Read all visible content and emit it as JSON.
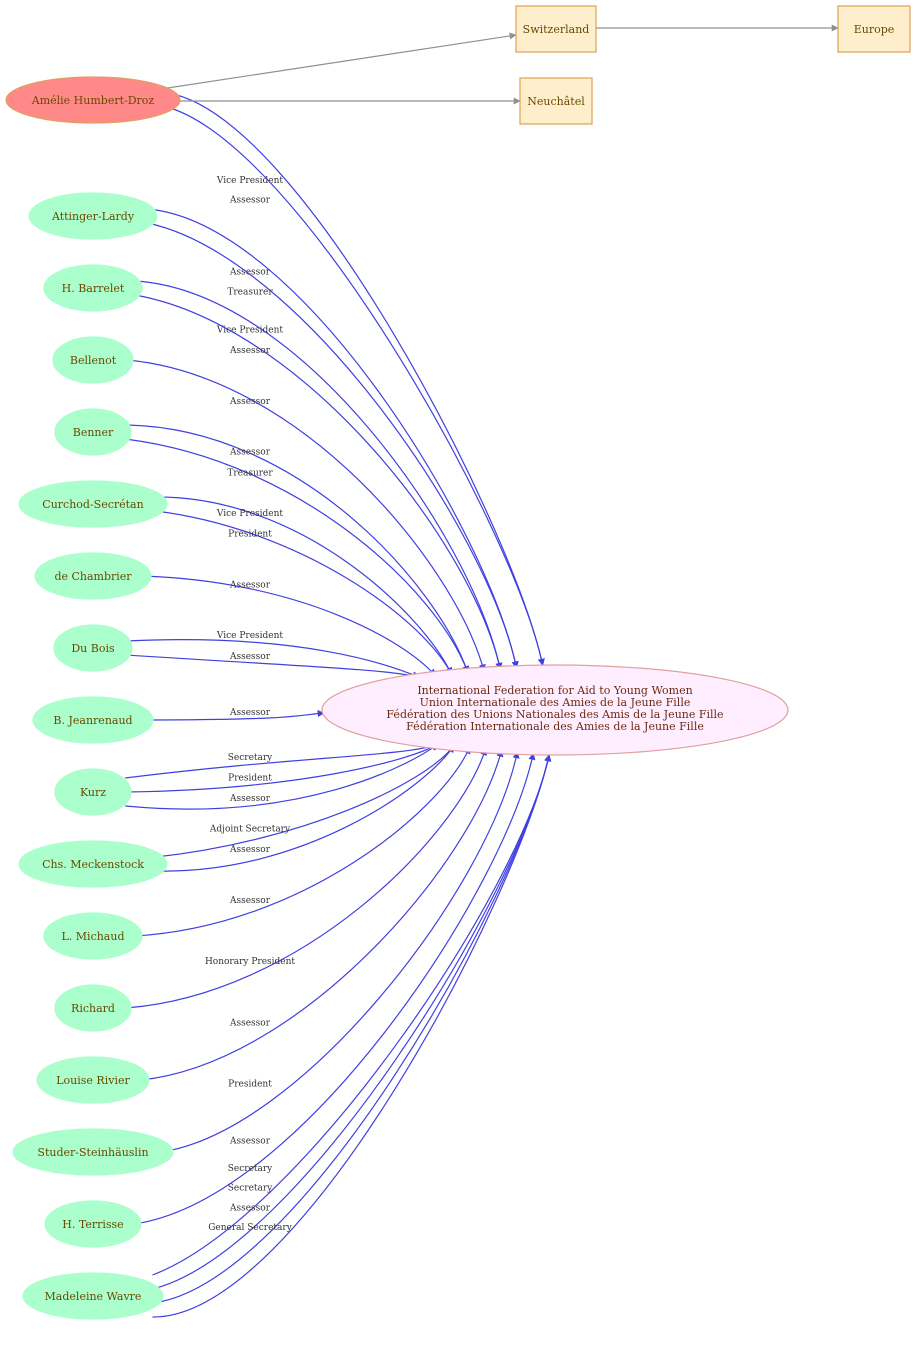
{
  "colors": {
    "person_fill": "#aaffcc",
    "main_person_fill": "#ff8888",
    "main_person_stroke": "#e0a060",
    "hub_fill": "#ffeeff",
    "hub_stroke": "#e0a0a0",
    "place_fill": "#ffeecc",
    "place_stroke": "#e0a050",
    "role_edge": "#4040e0",
    "location_edge": "#909090"
  },
  "hub": {
    "lines": [
      "International Federation for Aid to Young Women",
      "Union Internationale des Amies de la Jeune Fille",
      "Fédération des Unions Nationales des Amis de la Jeune Fille",
      "Fédération Internationale des Amies de la Jeune Fille"
    ]
  },
  "places": [
    {
      "id": "switzerland",
      "label": "Switzerland"
    },
    {
      "id": "europe",
      "label": "Europe"
    },
    {
      "id": "neuchatel",
      "label": "Neuchâtel"
    }
  ],
  "location_links": [
    {
      "from": "humbert-droz",
      "to": "switzerland"
    },
    {
      "from": "humbert-droz",
      "to": "neuchatel"
    },
    {
      "from": "switzerland",
      "to": "europe"
    }
  ],
  "people": [
    {
      "id": "humbert-droz",
      "label": "Amélie Humbert-Droz",
      "main": true,
      "roles": [
        "Vice President",
        "Assessor"
      ]
    },
    {
      "id": "attinger-lardy",
      "label": "Attinger-Lardy",
      "roles": [
        "Assessor",
        "Treasurer"
      ]
    },
    {
      "id": "barrelet",
      "label": "H. Barrelet",
      "roles": [
        "Vice President",
        "Assessor"
      ]
    },
    {
      "id": "bellenot",
      "label": "Bellenot",
      "roles": [
        "Assessor"
      ]
    },
    {
      "id": "benner",
      "label": "Benner",
      "roles": [
        "Assessor",
        "Treasurer"
      ]
    },
    {
      "id": "curchod-secretan",
      "label": "Curchod-Secrétan",
      "roles": [
        "Vice President",
        "President"
      ]
    },
    {
      "id": "de-chambrier",
      "label": "de Chambrier",
      "roles": [
        "Assessor"
      ]
    },
    {
      "id": "du-bois",
      "label": "Du Bois",
      "roles": [
        "Vice President",
        "Assessor"
      ]
    },
    {
      "id": "jeanrenaud",
      "label": "B. Jeanrenaud",
      "roles": [
        "Assessor"
      ]
    },
    {
      "id": "kurz",
      "label": "Kurz",
      "roles": [
        "Secretary",
        "President",
        "Assessor"
      ]
    },
    {
      "id": "meckenstock",
      "label": "Chs. Meckenstock",
      "roles": [
        "Adjoint Secretary",
        "Assessor"
      ]
    },
    {
      "id": "michaud",
      "label": "L. Michaud",
      "roles": [
        "Assessor"
      ]
    },
    {
      "id": "richard",
      "label": "Richard",
      "roles": [
        "Honorary President"
      ]
    },
    {
      "id": "rivier",
      "label": "Louise Rivier",
      "roles": [
        "Assessor"
      ]
    },
    {
      "id": "studer-steinhauslin",
      "label": "Studer-Steinhäuslin",
      "roles": [
        "President"
      ]
    },
    {
      "id": "terrisse",
      "label": "H. Terrisse",
      "roles": [
        "Assessor"
      ]
    },
    {
      "id": "wavre",
      "label": "Madeleine Wavre",
      "roles": [
        "Secretary",
        "Secretary",
        "Assessor",
        "General Secretary"
      ]
    }
  ]
}
